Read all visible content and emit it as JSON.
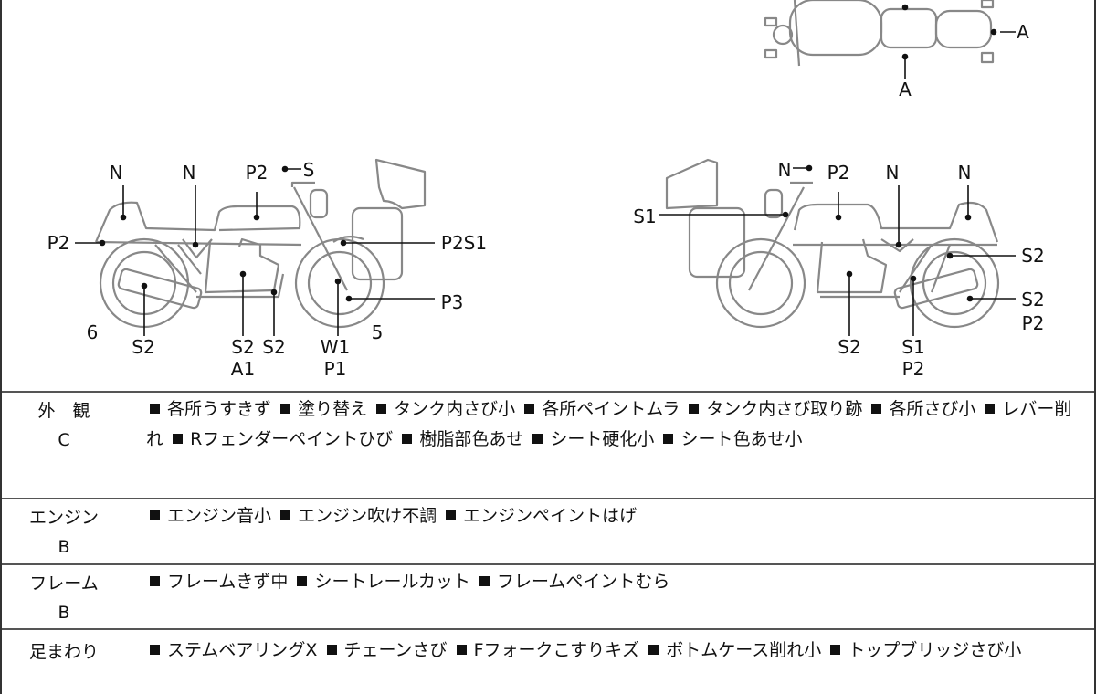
{
  "diagram": {
    "top_view_labels": [
      "A",
      "A"
    ],
    "left_side_labels": {
      "n1": "N",
      "n2": "N",
      "p2_tank": "P2",
      "s_mirror": "S",
      "p2_tail": "P2",
      "p2s1": "P2S1",
      "p3": "P3",
      "rear_num": "6",
      "s2_muffler": "S2",
      "s2_engine": "S2",
      "s2_pipe": "S2",
      "a1": "A1",
      "w1": "W1",
      "p1": "P1",
      "front_num": "5"
    },
    "right_side_labels": {
      "n_mirror": "N",
      "p2_tank": "P2",
      "n_side": "N",
      "n_tail": "N",
      "s1_box": "S1",
      "s2_rear": "S2",
      "s2_wheel": "S2",
      "p2_wheel": "P2",
      "s2_engine": "S2",
      "s1_step": "S1",
      "p2_step": "P2"
    }
  },
  "rows": [
    {
      "label": "外　観",
      "grade": "C",
      "items": [
        "各所うすきず",
        "塗り替え",
        "タンク内さび小",
        "各所ペイントムラ",
        "タンク内さび取り跡",
        "各所さび小",
        "レバー削れ",
        "Rフェンダーペイントひび",
        "樹脂部色あせ",
        "シート硬化小",
        "シート色あせ小"
      ]
    },
    {
      "label": "エンジン",
      "grade": "B",
      "items": [
        "エンジン音小",
        "エンジン吹け不調",
        "エンジンペイントはげ"
      ]
    },
    {
      "label": "フレーム",
      "grade": "B",
      "items": [
        "フレームきず中",
        "シートレールカット",
        "フレームペイントむら"
      ]
    },
    {
      "label": "足まわり",
      "grade": "",
      "items": [
        "ステムベアリングX",
        "チェーンさび",
        "Fフォークこすりキズ",
        "ボトムケース削れ小",
        "トップブリッジさび小"
      ]
    }
  ]
}
